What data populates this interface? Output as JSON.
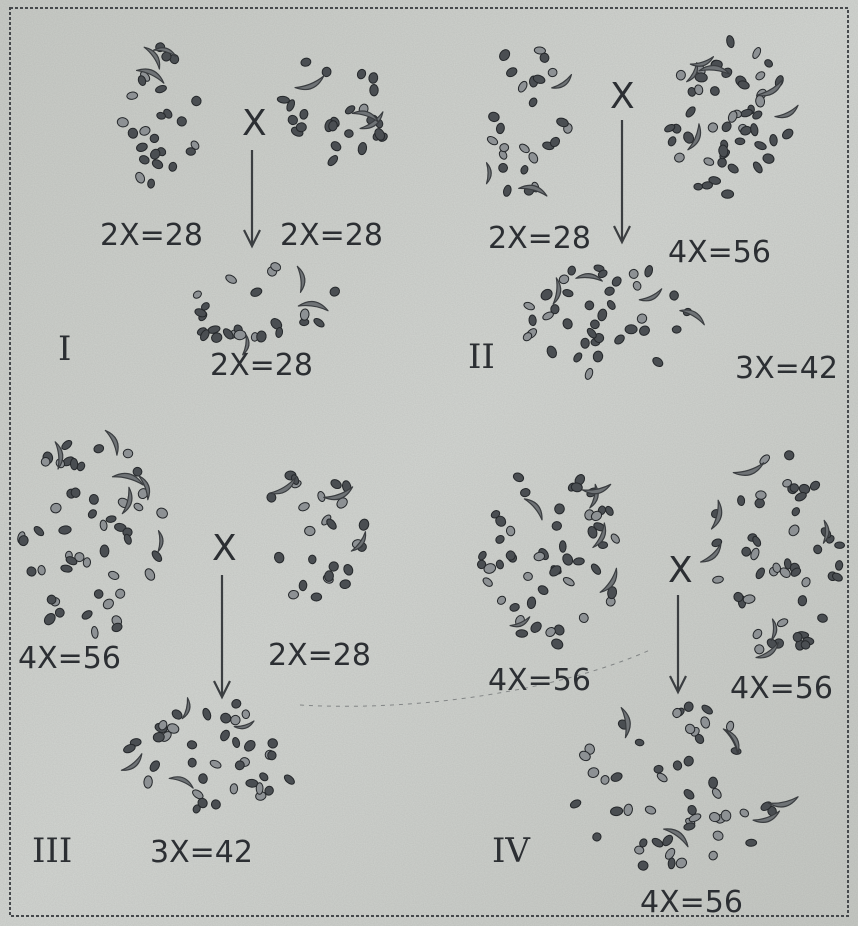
{
  "panels": [
    {
      "numeral": "I",
      "parent_left": "2X=28",
      "parent_right": "2X=28",
      "offspring": "2X=28",
      "cross": "X"
    },
    {
      "numeral": "II",
      "parent_left": "2X=28",
      "parent_right": "4X=56",
      "offspring": "3X=42",
      "cross": "X"
    },
    {
      "numeral": "III",
      "parent_left": "4X=56",
      "parent_right": "2X=28",
      "offspring": "3X=42",
      "cross": "X"
    },
    {
      "numeral": "IV",
      "parent_left": "4X=56",
      "parent_right": "4X=56",
      "offspring": "4X=56",
      "cross": "X"
    }
  ],
  "colors": {
    "background": "#cdd0cc",
    "ink": "#2c2f33",
    "chromosome": "#4a4e52"
  }
}
